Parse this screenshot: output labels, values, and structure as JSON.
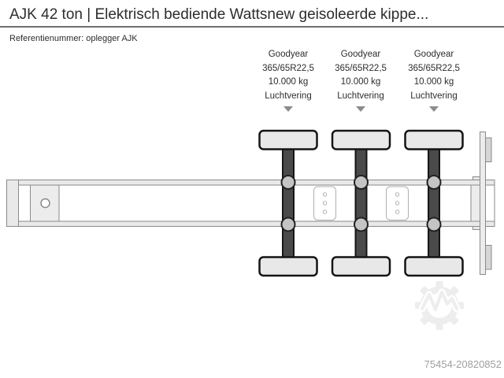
{
  "header": {
    "title": "AJK 42 ton | Elektrisch bediende Wattsnew geisoleerde kippe...",
    "reference": "Referentienummer: oplegger AJK"
  },
  "axle_labels": [
    {
      "brand": "Goodyear",
      "tyre_size": "365/65R22,5",
      "axle_load": "10.000 kg",
      "suspension": "Luchtvering"
    },
    {
      "brand": "Goodyear",
      "tyre_size": "365/65R22,5",
      "axle_load": "10.000 kg",
      "suspension": "Luchtvering"
    },
    {
      "brand": "Goodyear",
      "tyre_size": "365/65R22,5",
      "axle_load": "10.000 kg",
      "suspension": "Luchtvering"
    }
  ],
  "footer": {
    "listing_id": "75454-20820852"
  },
  "diagram": {
    "type": "semi-trailer chassis top view",
    "axle_count": 3,
    "tyres_per_axle_shown": 2,
    "features": [
      "kingpin plate",
      "air suspension bellows",
      "crossmember plates",
      "rear underrun plate"
    ]
  },
  "icons": {
    "down_arrow": "down-arrow-icon",
    "watermark": "gear-m-logo-watermark-icon"
  },
  "colors": {
    "text": "#2d2d2d",
    "muted": "#9e9e9e",
    "divider": "#6f6f6f",
    "arrow": "#8c8c8c",
    "line": "#8a8a8a",
    "rail_fill": "#e9e9e9",
    "plate_fill": "#ececec",
    "bracket_fill": "#d6d6d6",
    "cross_stroke": "#b0b0b0",
    "axle_fill": "#4a4a4a",
    "axle_stroke": "#161616",
    "tire_fill": "#e8e8e8",
    "tire_stroke": "#141414",
    "airbag_fill": "#c4c4c4",
    "airbag_stroke": "#222222",
    "watermark": "#ededed"
  }
}
